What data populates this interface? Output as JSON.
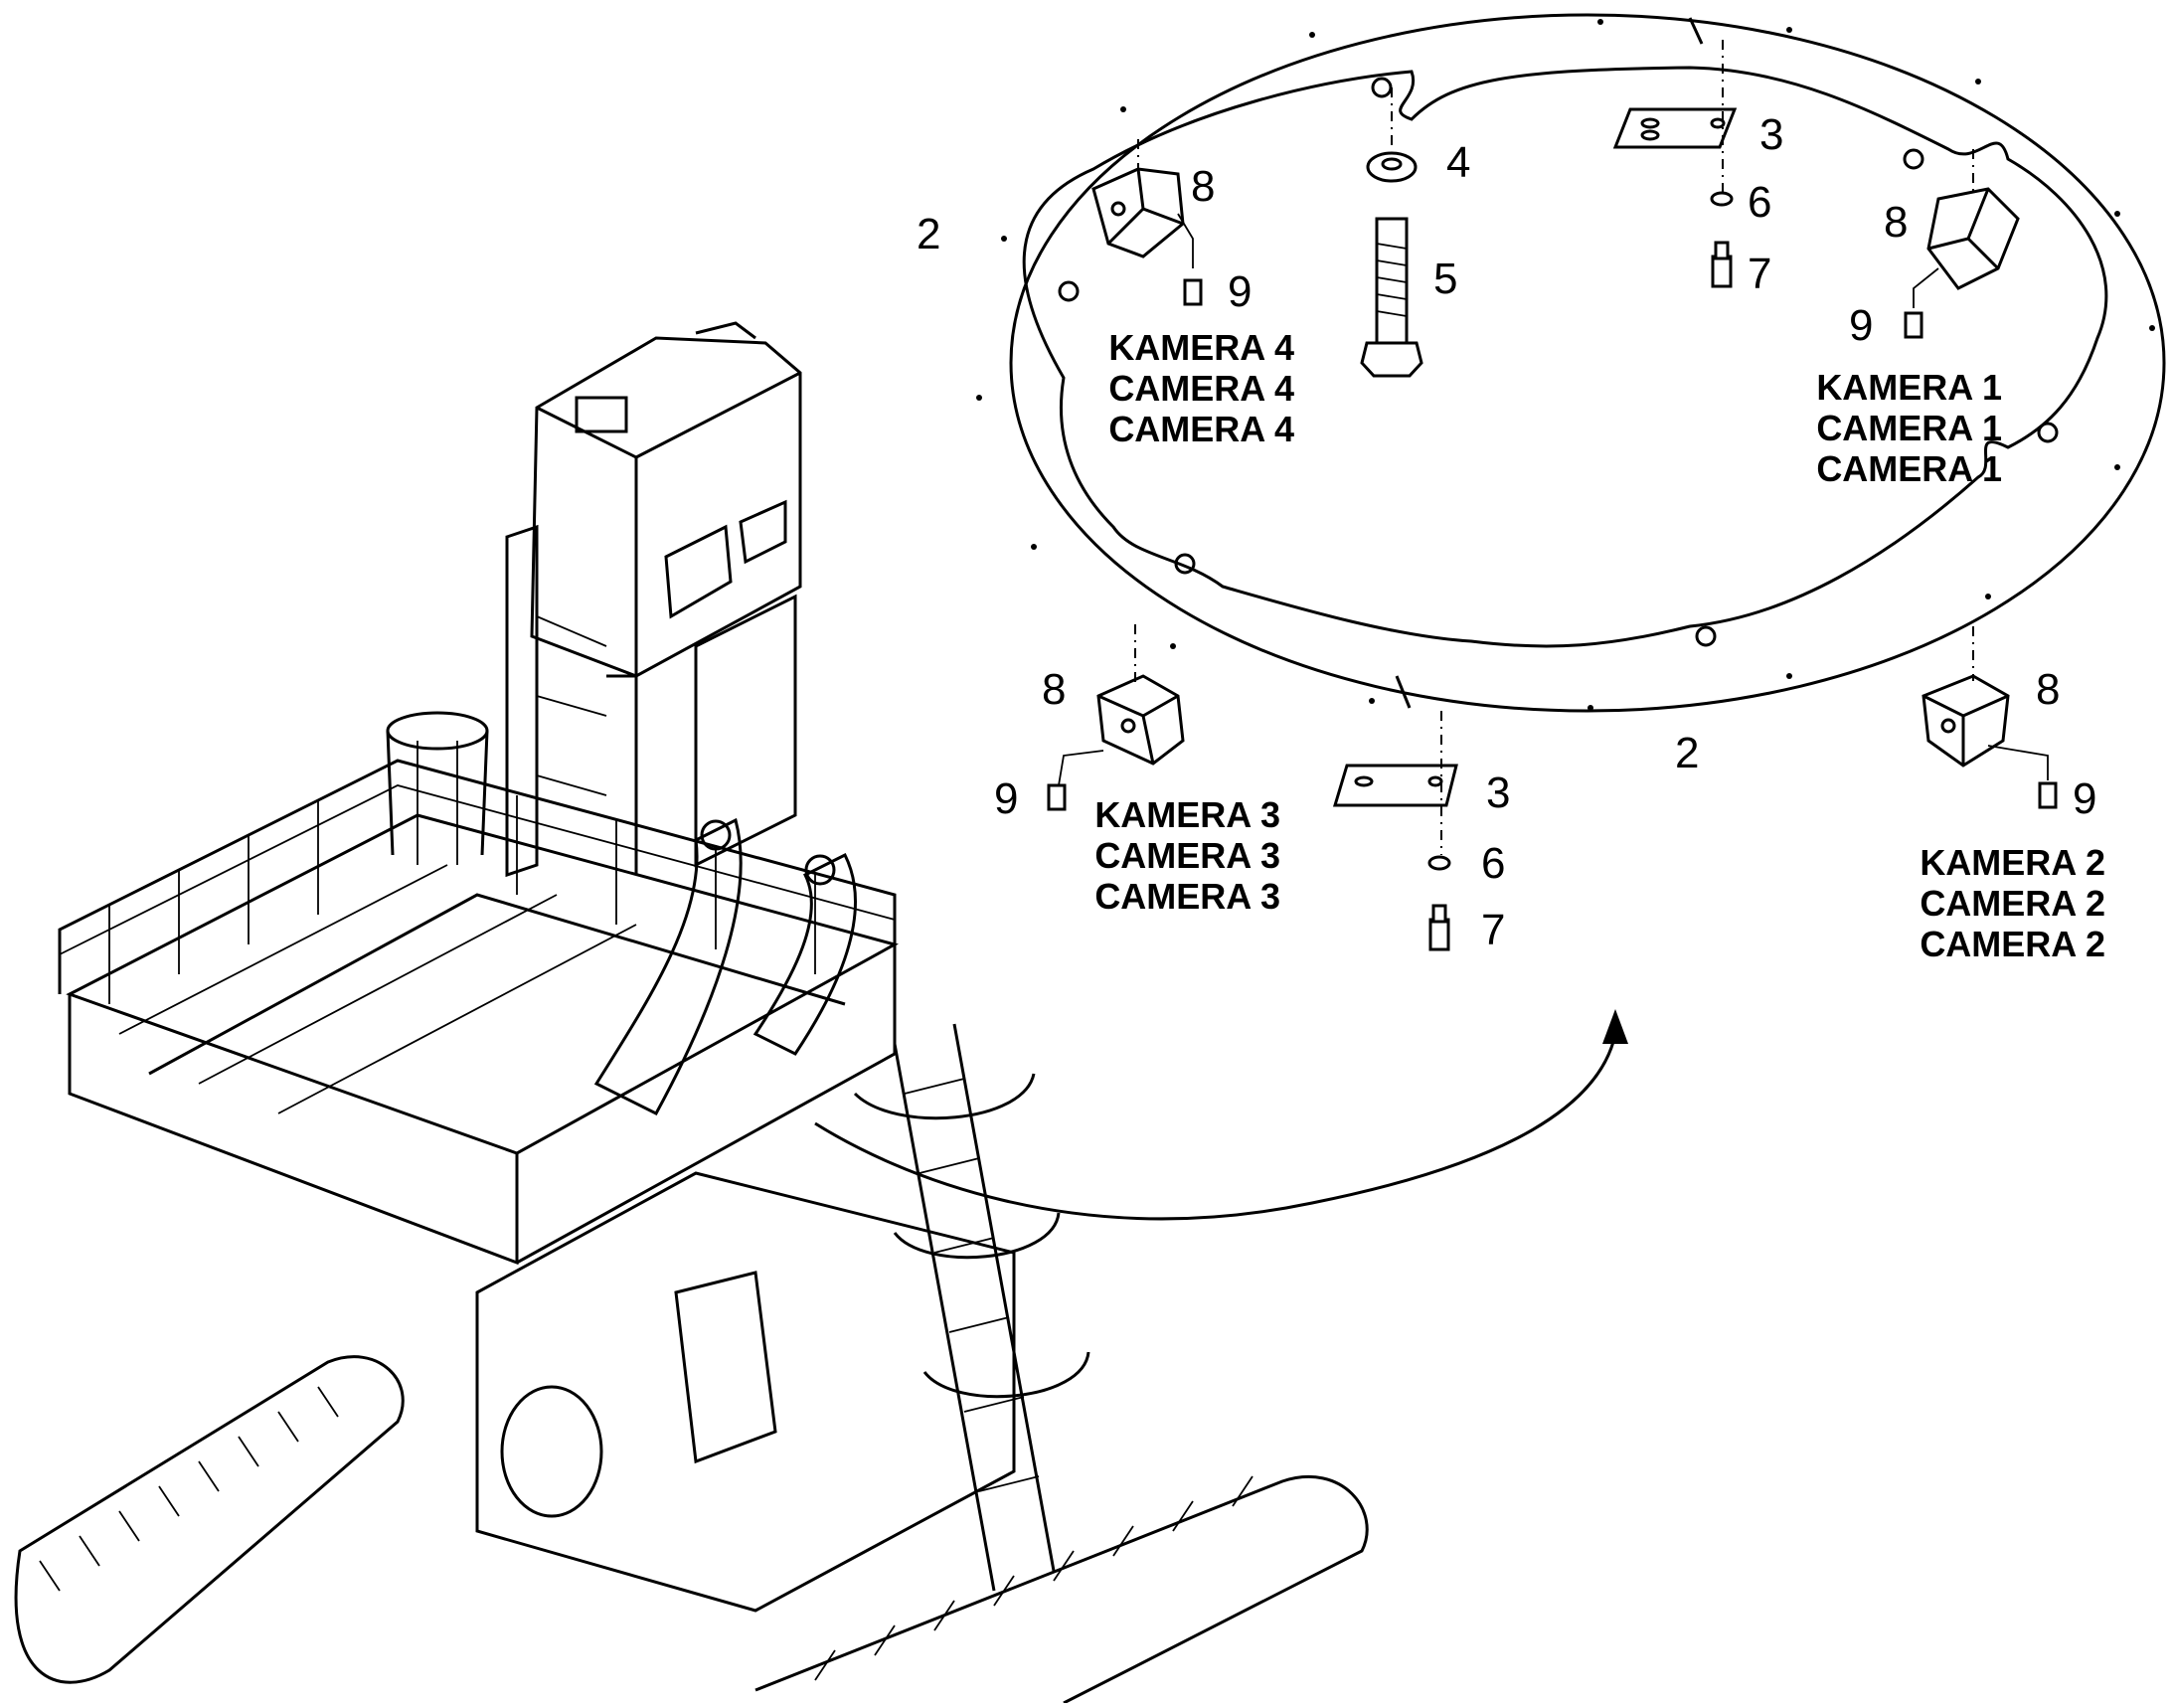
{
  "callouts": {
    "c2_top": "2",
    "c2_bottom": "2",
    "c3_top": "3",
    "c3_bottom": "3",
    "c4": "4",
    "c5": "5",
    "c6_top": "6",
    "c6_bottom": "6",
    "c7_top": "7",
    "c7_bottom": "7",
    "c8_cam4": "8",
    "c8_cam1": "8",
    "c8_cam3": "8",
    "c8_cam2": "8",
    "c9_cam4": "9",
    "c9_cam1": "9",
    "c9_cam3": "9",
    "c9_cam2": "9"
  },
  "camera_labels": {
    "cam4": [
      "KAMERA 4",
      "CAMERA 4",
      "CAMERA 4"
    ],
    "cam1": [
      "KAMERA 1",
      "CAMERA 1",
      "CAMERA 1"
    ],
    "cam3": [
      "KAMERA 3",
      "CAMERA 3",
      "CAMERA 3"
    ],
    "cam2": [
      "KAMERA 2",
      "CAMERA 2",
      "CAMERA 2"
    ]
  },
  "colors": {
    "line": "#000000",
    "background": "#ffffff"
  }
}
